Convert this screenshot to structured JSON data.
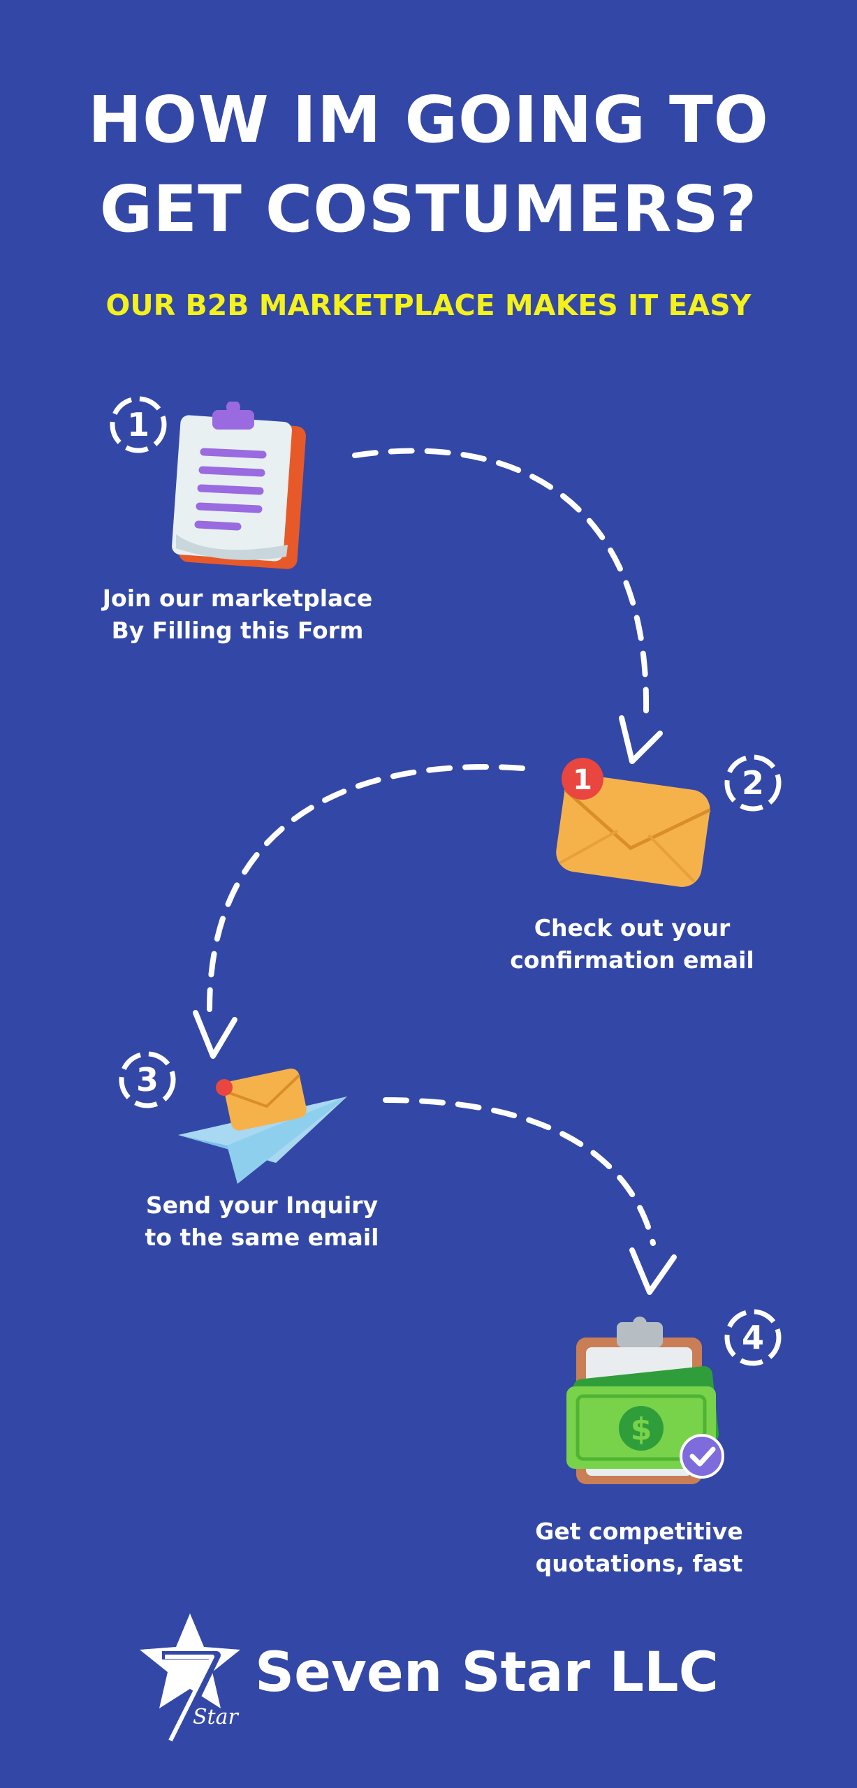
{
  "header": {
    "title_line1": "HOW IM GOING TO",
    "title_line2": "GET COSTUMERS?",
    "subtitle": "OUR B2B MARKETPLACE MAKES IT EASY"
  },
  "steps": [
    {
      "number": "1",
      "caption_line1": "Join our marketplace",
      "caption_line2": "By Filling this Form",
      "icon": "clipboard-form-icon"
    },
    {
      "number": "2",
      "caption_line1": "Check out your",
      "caption_line2": "confirmation email",
      "icon": "envelope-icon",
      "badge": "1"
    },
    {
      "number": "3",
      "caption_line1": "Send your Inquiry",
      "caption_line2": "to the same email",
      "icon": "paper-plane-icon"
    },
    {
      "number": "4",
      "caption_line1": "Get competitive",
      "caption_line2": "quotations, fast",
      "icon": "money-clipboard-icon"
    }
  ],
  "footer": {
    "brand": "Seven Star LLC",
    "logo_text": "Star"
  },
  "colors": {
    "background": "#3348A6",
    "accent": "#F4F21A",
    "text": "#FFFFFF"
  }
}
